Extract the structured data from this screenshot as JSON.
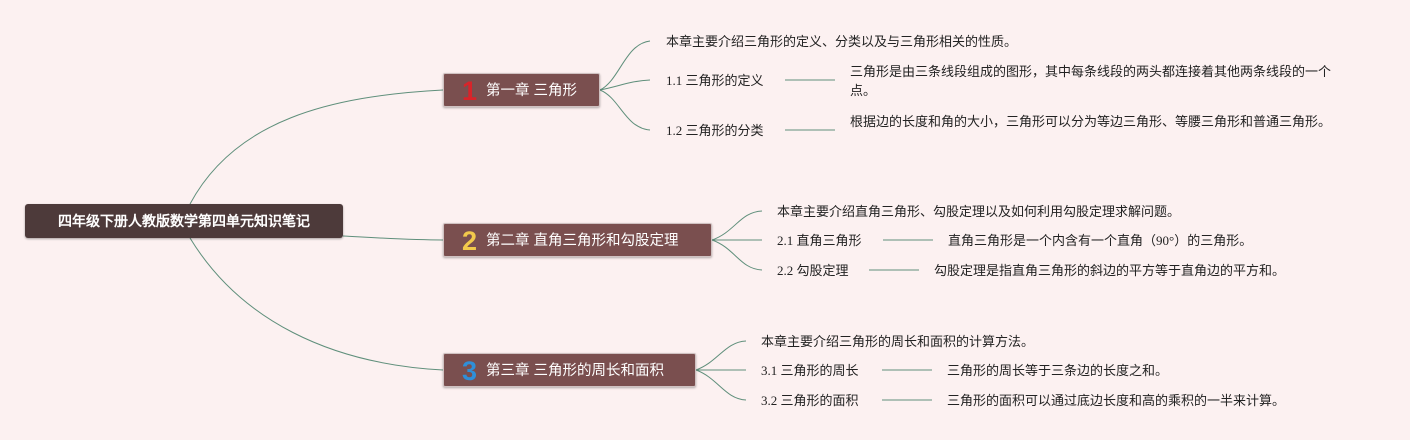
{
  "root": {
    "title": "四年级下册人教版数学第四单元知识笔记"
  },
  "chapters": [
    {
      "num": "1",
      "num_color": "#d8242a",
      "title": "第一章 三角形",
      "intro": "本章主要介绍三角形的定义、分类以及与三角形相关的性质。",
      "sections": [
        {
          "label": "1.1 三角形的定义",
          "desc": "三角形是由三条线段组成的图形，其中每条线段的两头都连接着其他两条线段的一个点。"
        },
        {
          "label": "1.2 三角形的分类",
          "desc": "根据边的长度和角的大小，三角形可以分为等边三角形、等腰三角形和普通三角形。"
        }
      ]
    },
    {
      "num": "2",
      "num_color": "#f2c94c",
      "title": "第二章 直角三角形和勾股定理",
      "intro": "本章主要介绍直角三角形、勾股定理以及如何利用勾股定理求解问题。",
      "sections": [
        {
          "label": "2.1 直角三角形",
          "desc": "直角三角形是一个内含有一个直角（90°）的三角形。"
        },
        {
          "label": "2.2 勾股定理",
          "desc": "勾股定理是指直角三角形的斜边的平方等于直角边的平方和。"
        }
      ]
    },
    {
      "num": "3",
      "num_color": "#2f8fd8",
      "title": "第三章 三角形的周长和面积",
      "intro": "本章主要介绍三角形的周长和面积的计算方法。",
      "sections": [
        {
          "label": "3.1 三角形的周长",
          "desc": "三角形的周长等于三条边的长度之和。"
        },
        {
          "label": "3.2 三角形的面积",
          "desc": "三角形的面积可以通过底边长度和高的乘积的一半来计算。"
        }
      ]
    }
  ],
  "colors": {
    "background": "#fcf1f1",
    "root_fill": "#4d3a3a",
    "chapter_fill": "#7a4f4f",
    "connector": "#5f8f7b"
  }
}
